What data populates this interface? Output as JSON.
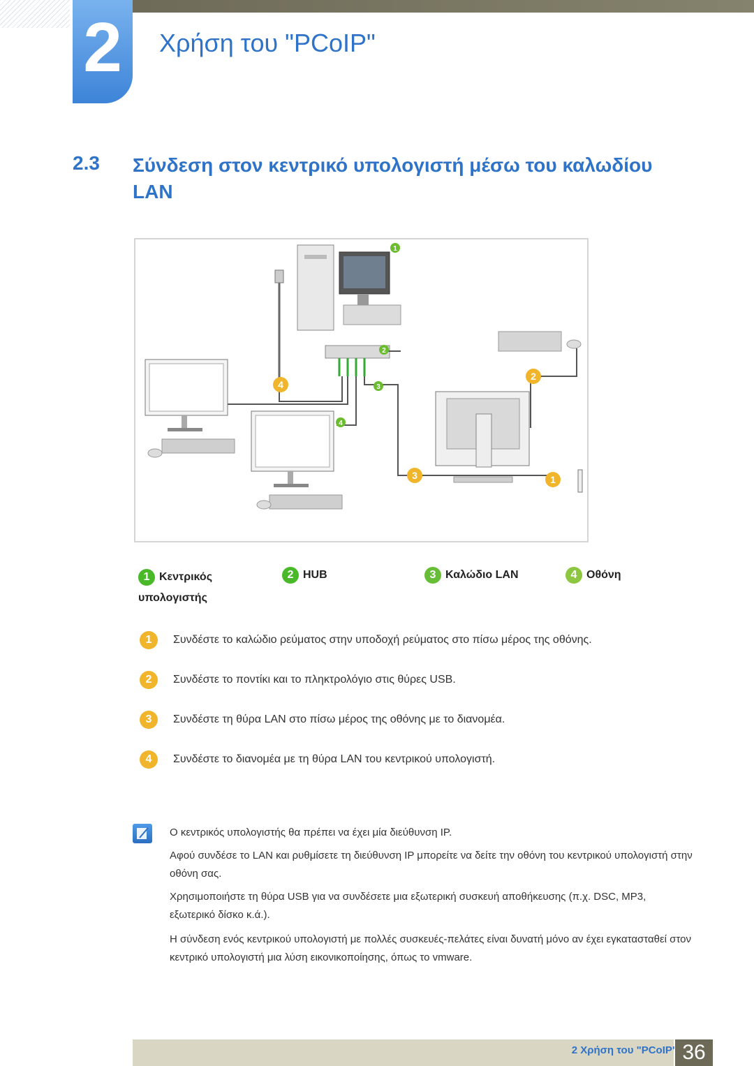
{
  "chapter": {
    "number": "2",
    "title": "Χρήση του \"PCoIP\""
  },
  "section": {
    "number": "2.3",
    "title": "Σύνδεση στον κεντρικό υπολογιστή μέσω του καλωδίου LAN"
  },
  "diagram": {
    "callouts": [
      "1",
      "2",
      "2",
      "3",
      "3",
      "4",
      "4",
      "1"
    ]
  },
  "legend": [
    {
      "num": "1",
      "label": "Κεντρικός υπολογιστής"
    },
    {
      "num": "2",
      "label": "HUB"
    },
    {
      "num": "3",
      "label": "Καλώδιο LAN"
    },
    {
      "num": "4",
      "label": "Οθόνη"
    }
  ],
  "steps": [
    {
      "num": "1",
      "text": "Συνδέστε το καλώδιο ρεύματος στην υποδοχή ρεύματος στο πίσω μέρος της οθόνης."
    },
    {
      "num": "2",
      "text": "Συνδέστε το ποντίκι και το πληκτρολόγιο στις θύρες USB."
    },
    {
      "num": "3",
      "text": "Συνδέστε τη θύρα LAN στο πίσω μέρος της οθόνης με το διανομέα."
    },
    {
      "num": "4",
      "text": "Συνδέστε το διανομέα με τη θύρα LAN του κεντρικού υπολογιστή."
    }
  ],
  "notes": [
    "Ο κεντρικός υπολογιστής θα πρέπει να έχει μία διεύθυνση IP.",
    "Αφού συνδέσε το LAN και ρυθμίσετε τη διεύθυνση IP μπορείτε να δείτε την οθόνη του κεντρικού υπολογιστή στην οθόνη σας.",
    "Χρησιμοποιήστε τη θύρα USB για να συνδέσετε μια εξωτερική συσκευή αποθήκευσης (π.χ. DSC, MP3, εξωτερικό δίσκο κ.ά.).",
    "Η σύνδεση ενός κεντρικού υπολογιστή με πολλές συσκευές-πελάτες είναι δυνατή μόνο αν έχει εγκατασταθεί στον κεντρικό υπολογιστή μια λύση εικονικοποίησης, όπως το vmware."
  ],
  "footer": {
    "label": "2 Χρήση του \"PCoIP\"",
    "page": "36"
  },
  "colors": {
    "accent": "#2f73c9",
    "legend_green": "#49b829",
    "step_yellow": "#f1b52b",
    "footer_band": "#d9d7c4"
  },
  "icons": [
    "note-icon"
  ]
}
